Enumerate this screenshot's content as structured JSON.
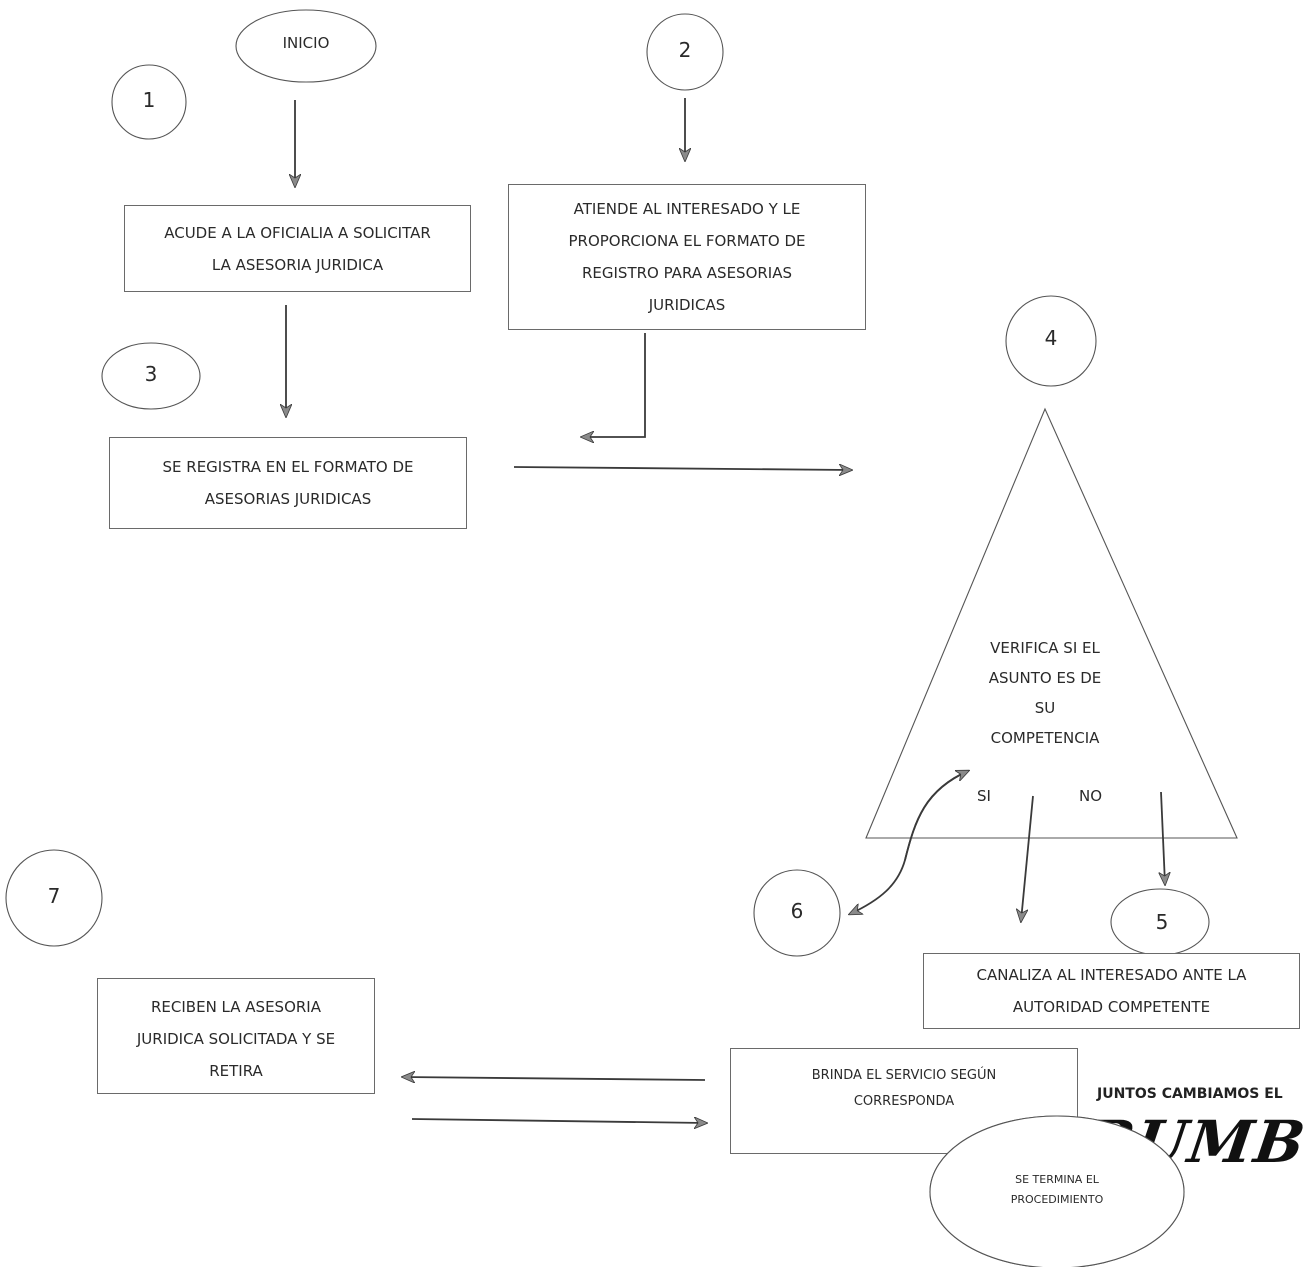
{
  "nodes": {
    "start": "INICIO",
    "box_acude": [
      "ACUDE A LA OFICIALIA A SOLICITAR",
      "LA ASESORIA JURIDICA"
    ],
    "box_atiende": [
      "ATIENDE AL INTERESADO Y LE",
      "PROPORCIONA EL FORMATO DE",
      "REGISTRO PARA ASESORIAS",
      "JURIDICAS"
    ],
    "box_registra": [
      "SE REGISTRA EN EL FORMATO DE",
      "ASESORIAS JURIDICAS"
    ],
    "decision": [
      "VERIFICA SI EL",
      "ASUNTO ES DE",
      "SU",
      "COMPETENCIA"
    ],
    "yes": "SI",
    "no": "NO",
    "box_canaliza": [
      "CANALIZA AL INTERESADO ANTE LA",
      "AUTORIDAD COMPETENTE"
    ],
    "box_brinda": [
      "BRINDA EL SERVICIO SEGÚN",
      "CORRESPONDA"
    ],
    "box_reciben": [
      "RECIBEN LA ASESORIA",
      "JURIDICA SOLICITADA Y SE",
      "RETIRA"
    ],
    "end": [
      "SE TERMINA EL",
      "PROCEDIMIENTO"
    ]
  },
  "steps": [
    "1",
    "2",
    "3",
    "4",
    "5",
    "6",
    "7"
  ],
  "logo": {
    "tagline": "JUNTOS CAMBIAMOS EL",
    "word": "RUMBO"
  },
  "colors": {
    "line": "#3a3a3a",
    "border": "#6a6a6a",
    "text": "#2a2a2a"
  }
}
